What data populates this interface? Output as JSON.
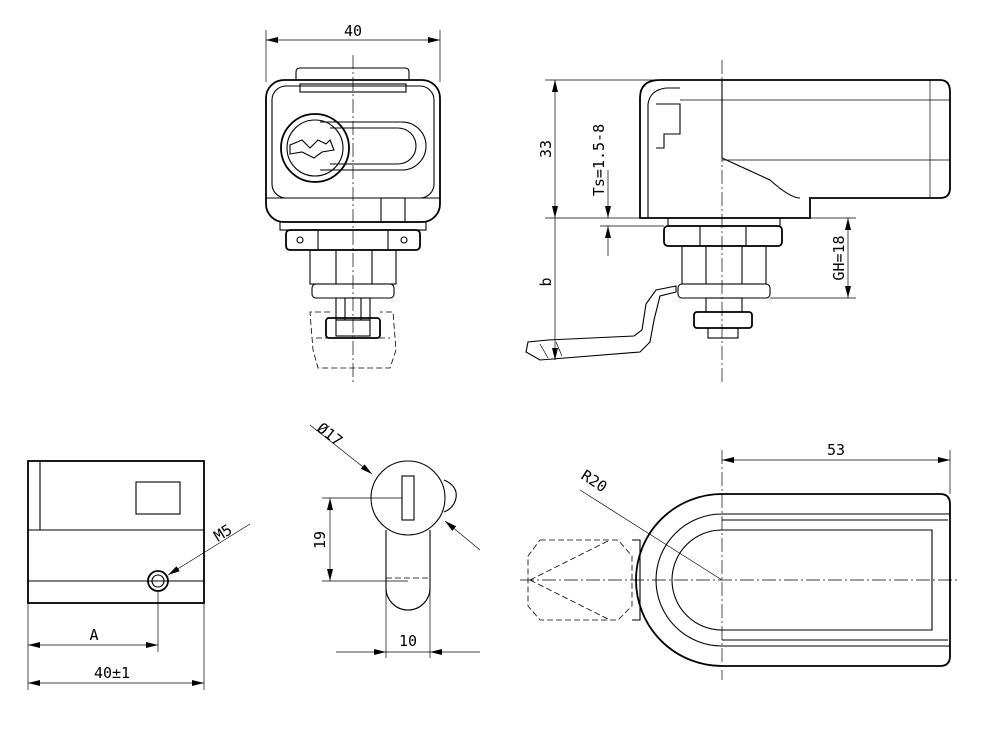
{
  "dimensions": {
    "width_40": "40",
    "height_33": "33",
    "ts": "Ts=1.5-8",
    "b": "b",
    "gh": "GH=18",
    "diameter": "Ø17",
    "m5": "M5",
    "dim_19": "19",
    "dim_10": "10",
    "A": "A",
    "width_40pm1": "40±1",
    "r20": "R20",
    "dim_53": "53"
  }
}
